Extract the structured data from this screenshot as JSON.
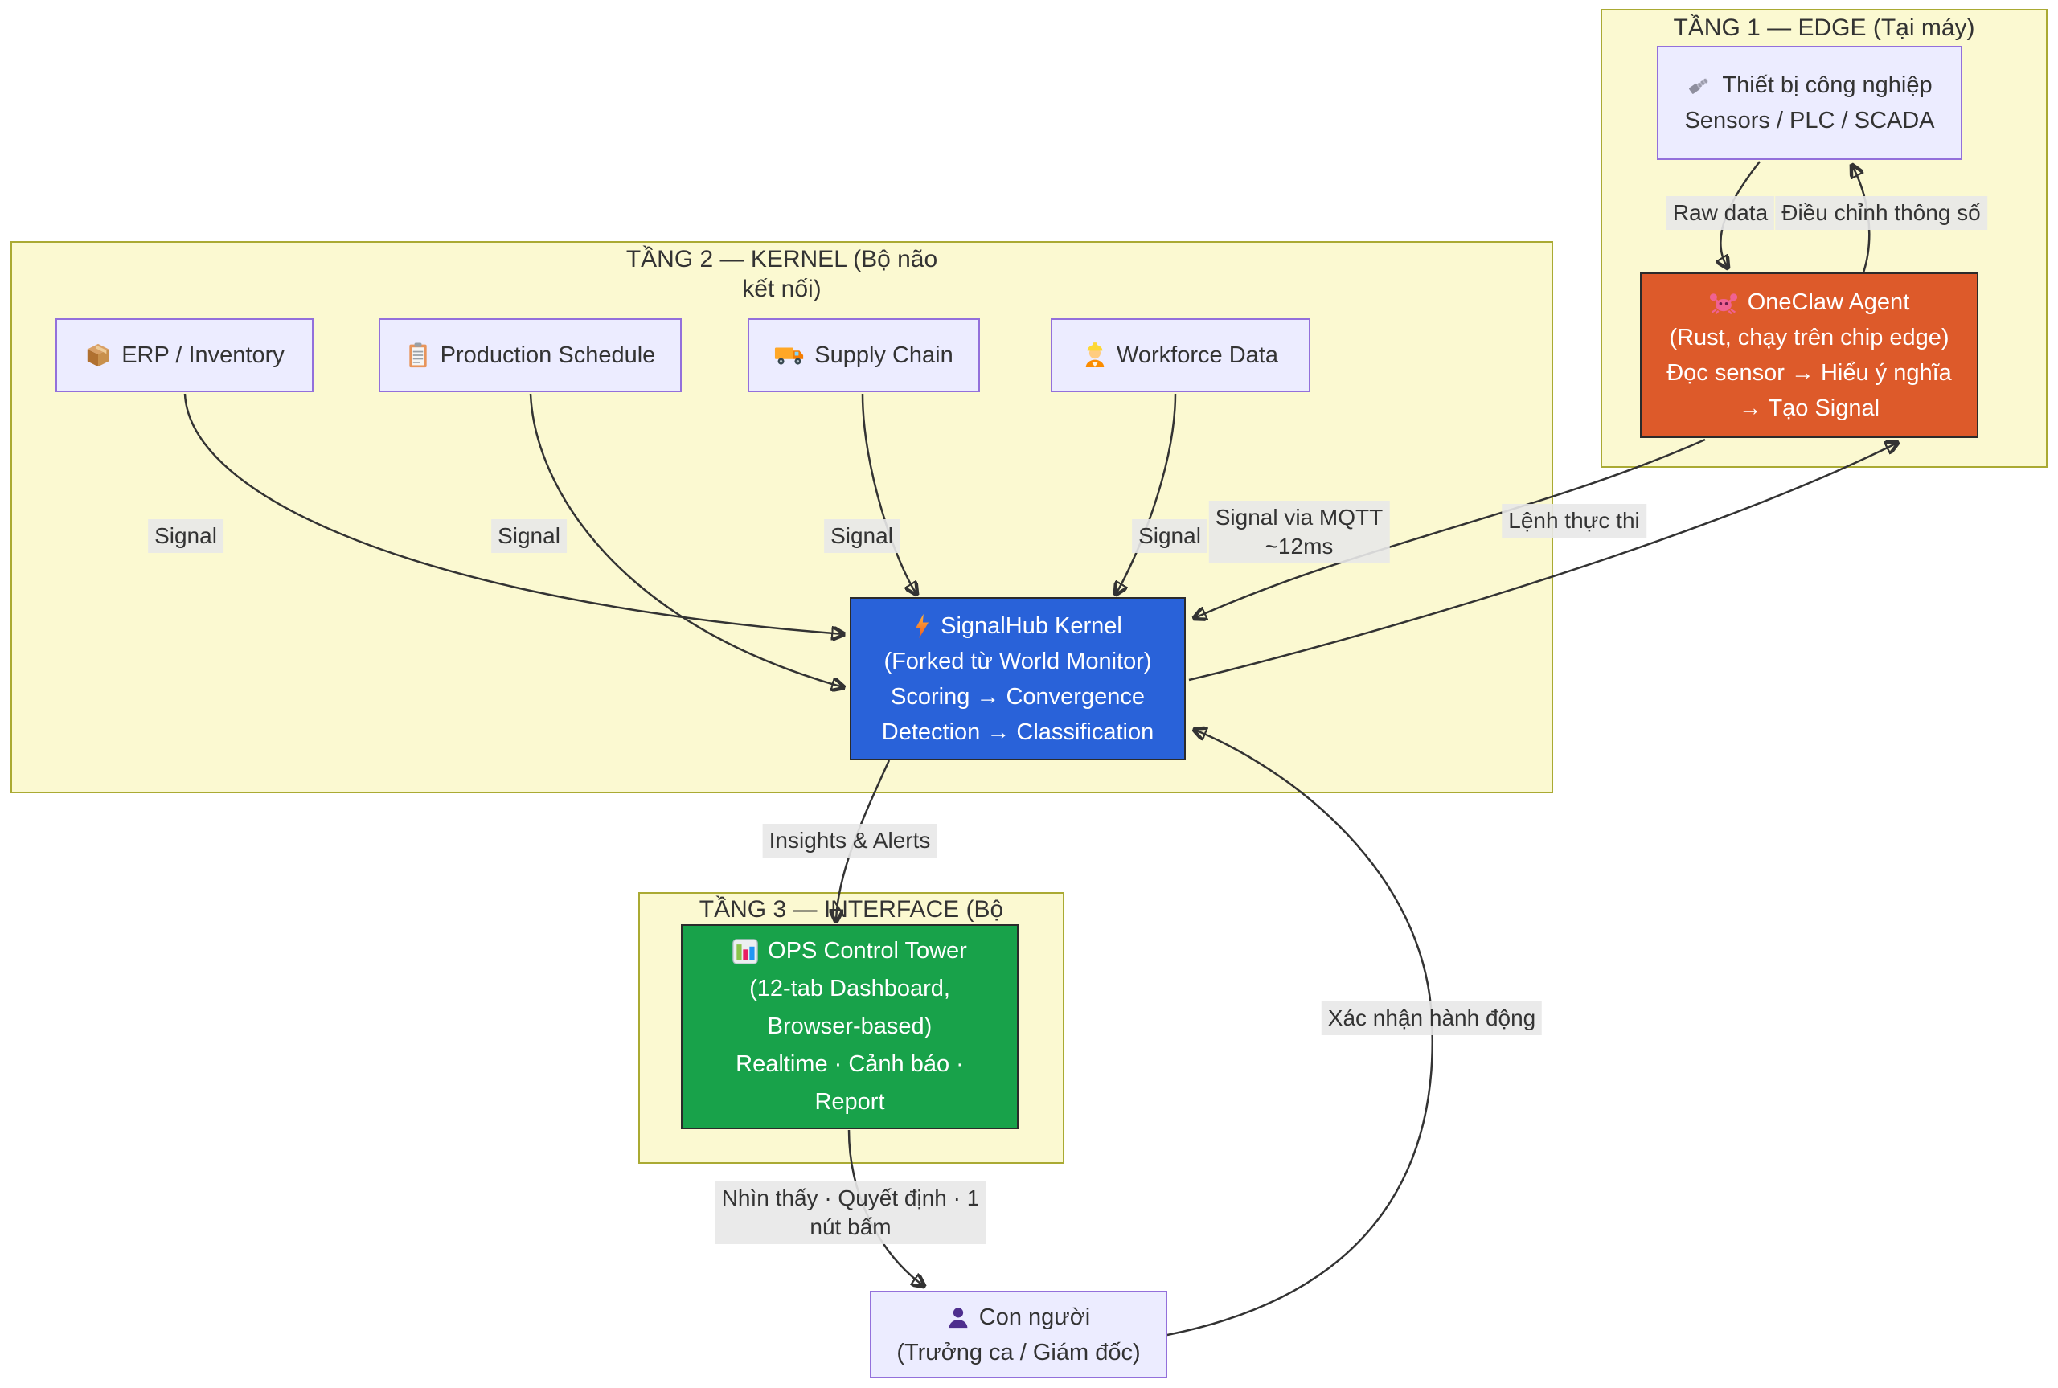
{
  "tiers": {
    "tier1": {
      "title": "TẦNG 1 — EDGE (Tại máy)"
    },
    "tier2": {
      "title_line1": "TẦNG 2 — KERNEL (Bộ não",
      "title_line2": "kết nối)"
    },
    "tier3": {
      "title": "TẦNG 3 — INTERFACE (Bộ"
    }
  },
  "nodes": {
    "devices": {
      "line1": "Thiết bị công nghiệp",
      "line2": "Sensors / PLC / SCADA",
      "icon": "nut-and-bolt-icon"
    },
    "oneclaw": {
      "line1": "OneClaw Agent",
      "line2": "(Rust, chạy trên chip edge)",
      "line3": "Đọc sensor → Hiểu ý nghĩa",
      "line4": "→ Tạo Signal",
      "icon": "crab-icon"
    },
    "erp": {
      "label": "ERP / Inventory",
      "icon": "package-icon"
    },
    "production": {
      "label": "Production Schedule",
      "icon": "clipboard-icon"
    },
    "supply": {
      "label": "Supply Chain",
      "icon": "truck-icon"
    },
    "workforce": {
      "label": "Workforce Data",
      "icon": "worker-icon"
    },
    "kernel": {
      "line1": "SignalHub Kernel",
      "line2": "(Forked từ World Monitor)",
      "line3": "Scoring → Convergence",
      "line4": "Detection → Classification",
      "icon": "lightning-icon"
    },
    "ops": {
      "line1": "OPS Control Tower",
      "line2": "(12-tab Dashboard,",
      "line3": "Browser-based)",
      "line4": "Realtime · Cảnh báo ·",
      "line5": "Report",
      "icon": "bar-chart-icon"
    },
    "human": {
      "line1": "Con người",
      "line2": "(Trưởng ca / Giám đốc)",
      "icon": "person-icon"
    }
  },
  "edge_labels": {
    "raw_data": "Raw data",
    "adjust": "Điều chỉnh thông số",
    "mqtt_line1": "Signal via MQTT",
    "mqtt_line2": "~12ms",
    "command": "Lệnh thực thi",
    "signal": "Signal",
    "insights": "Insights & Alerts",
    "see_decide_line1": "Nhìn thấy · Quyết định · 1",
    "see_decide_line2": "nút bấm",
    "confirm": "Xác nhận hành động"
  },
  "colors": {
    "container_fill": "#FBF9D1",
    "container_border": "#AAAA33",
    "node_fill": "#ECECFF",
    "node_border": "#9370DB",
    "oneclaw_fill": "#DD5A2A",
    "kernel_fill": "#2962D9",
    "ops_fill": "#18A24A",
    "edge_color": "#333333",
    "edge_label_bg": "#E8E8E8"
  }
}
